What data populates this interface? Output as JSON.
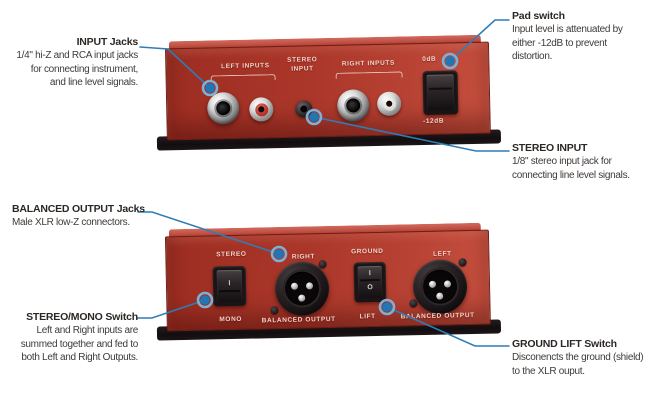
{
  "figure": {
    "background_color": "#ffffff",
    "accent_blue": "#2b7fc0",
    "leader_line_color": "#2f7db6",
    "panel_red": "#ab372a"
  },
  "callouts": [
    {
      "id": "input-jacks",
      "title": "INPUT Jacks",
      "lines": [
        "1/4\" hi-Z and RCA input jacks",
        "for connecting instrument,",
        "and line level signals."
      ]
    },
    {
      "id": "pad-switch",
      "title": "Pad switch",
      "lines": [
        "Input level is attenuated by",
        "either -12dB to prevent",
        "distortion."
      ]
    },
    {
      "id": "stereo-input",
      "title": "STEREO INPUT",
      "lines": [
        "1/8\" stereo input jack for",
        "connecting line level signals."
      ]
    },
    {
      "id": "balanced-output-jacks",
      "title": "BALANCED OUTPUT Jacks",
      "lines": [
        "Male XLR low-Z connectors."
      ]
    },
    {
      "id": "stereo-mono-switch",
      "title": "STEREO/MONO Switch",
      "lines": [
        "Left and Right inputs are",
        "summed together and fed to",
        "both Left and Right Outputs."
      ]
    },
    {
      "id": "ground-lift-switch",
      "title": "GROUND LIFT Switch",
      "lines": [
        "Disconencts the ground (shield)",
        "to the XLR ouput."
      ]
    }
  ],
  "input_panel": {
    "left_inputs_label": "LEFT INPUTS",
    "stereo_label_top": "STEREO",
    "stereo_label_bottom": "INPUT",
    "right_inputs_label": "RIGHT INPUTS",
    "pad_0db_label": "0dB",
    "pad_minus12db_label": "-12dB"
  },
  "output_panel": {
    "stereo_label": "STEREO",
    "mono_label": "MONO",
    "right_label": "RIGHT",
    "balanced_output_right_label": "BALANCED OUTPUT",
    "ground_label": "GROUND",
    "lift_label": "LIFT",
    "left_label": "LEFT",
    "balanced_output_left_label": "BALANCED OUTPUT",
    "stereo_switch_mark": "I",
    "ground_switch_mark_on": "I",
    "ground_switch_mark_off": "O"
  }
}
